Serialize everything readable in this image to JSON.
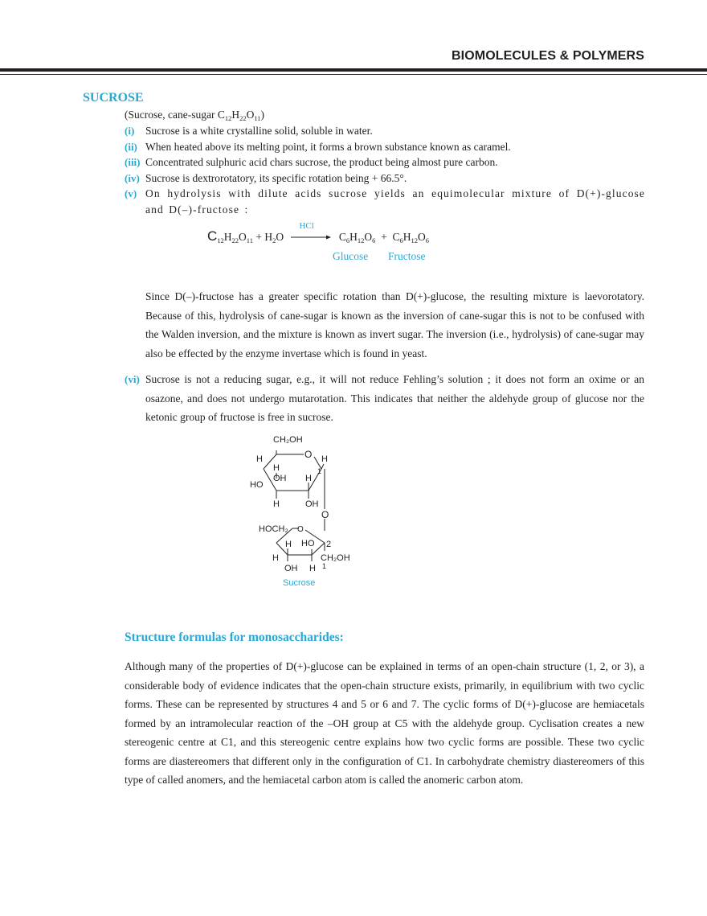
{
  "header": {
    "title": "BIOMOLECULES & POLYMERS"
  },
  "sucrose": {
    "title": "SUCROSE",
    "intro_prefix": "(Sucrose, cane-sugar ",
    "intro_suffix": ")",
    "items": [
      {
        "num": "(i)",
        "text": "Sucrose is a white crystalline solid, soluble in water."
      },
      {
        "num": "(ii)",
        "text": "When heated above its melting point, it forms a brown substance known as caramel."
      },
      {
        "num": "(iii)",
        "text": "Concentrated sulphuric acid chars sucrose, the product being almost pure carbon."
      },
      {
        "num": "(iv)",
        "text": "Sucrose is dextrorotatory, its specific rotation being + 66.5°."
      },
      {
        "num": "(v)",
        "text": "On hydrolysis with dilute acids sucrose yields an equimolecular mixture of D(+)-glucose and D(–)-fructose :"
      }
    ],
    "equation": {
      "catalyst": "HCl",
      "plus": "+",
      "glucose_label": "Glucose",
      "fructose_label": "Fructose"
    },
    "paragraph": "Since D(–)-fructose has a greater specific rotation than D(+)-glucose, the resulting mixture is laevorotatory. Because of this, hydrolysis of cane-sugar is known as the inversion of cane-sugar this is not to be confused with the Walden inversion, and the mixture is known as invert sugar. The inversion (i.e., hydrolysis) of cane-sugar may also be effected by the enzyme invertase which is found in yeast.",
    "item_vi": {
      "num": "(vi)",
      "text": "Sucrose is not a reducing sugar, e.g., it will not reduce Fehling’s solution ; it does not form an oxime or an osazone, and does not undergo mutarotation. This indicates that neither the aldehyde group of glucose nor the ketonic group of fructose is free in sucrose."
    },
    "structure": {
      "caption": "Sucrose",
      "labels": {
        "ch2oh_top": "CH₂OH",
        "ring_o_top": "O",
        "h_tl": "H",
        "h_tr": "H",
        "h_inner": "H",
        "c1": "1",
        "oh_mid": "OH",
        "h_mid": "H",
        "ho_left": "HO",
        "h_bottom": "H",
        "oh_bottom": "OH",
        "bridge_o": "O",
        "hoch2": "HOCH₂",
        "ring_o_bot": "O",
        "h_f1": "H",
        "ho_f": "HO",
        "c2": "2",
        "h_f2": "H",
        "ch2oh_bot": "CH₂OH",
        "oh_f": "OH",
        "h_f3": "H",
        "c1b": "1"
      }
    }
  },
  "monosaccharides": {
    "title": "Structure formulas for monosaccharides:",
    "paragraph": "Although many of the properties of D(+)-glucose can be explained in terms of an open-chain structure (1, 2, or 3), a considerable body of evidence indicates that the open-chain structure exists, primarily, in equilibrium with two cyclic forms. These can be represented by structures 4 and 5 or 6 and 7. The cyclic forms of D(+)-glucose are hemiacetals formed by an intramolecular reaction of the –OH group at C5 with the aldehyde group. Cyclisation creates a new stereogenic centre at C1, and this stereogenic centre explains how two cyclic forms are possible. These two cyclic forms are diastereomers that different only in the configuration of C1. In carbohydrate chemistry diastereomers of this type of called anomers, and the hemiacetal carbon atom is called the anomeric carbon atom."
  },
  "colors": {
    "accent": "#29a8d3",
    "text": "#231f20"
  }
}
